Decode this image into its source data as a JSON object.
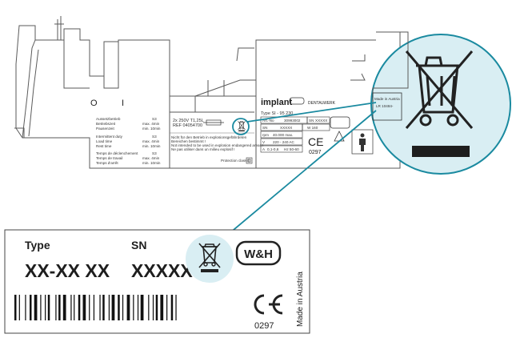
{
  "machine": {
    "brand": "implant",
    "type_line": "Type  SI - 95 230",
    "maker": "DENTALWERK",
    "table": {
      "art_no_label": "Art.-No",
      "art_no_value": "30993002",
      "sn_label": "SN",
      "sn_value": "XXXXX",
      "w_value": "W 160",
      "rpm_label": "rpm",
      "rpm_value": "40.000 max.",
      "v_label": "V",
      "v_value": "220 - 240 AC",
      "a_label": "A",
      "a_value": "0,1-0,6",
      "hz_value": "Hz 50-60"
    },
    "ce_number": "0297",
    "fuse_line1": "2x  250V  T1,25L",
    "fuse_line2": "REF 04054700",
    "switch_marks": [
      "O",
      "I"
    ],
    "warning_line1": "Nicht für den Betrieb in explosionsgefährdeten",
    "warning_line2": "Bereichen bestimmt !",
    "warning_line3": "Not intended to be used in explosion endangered areas !",
    "warning_line4": "Ne pas utiliser dans un milieu explosif !",
    "protection": "Protection class II",
    "duty_table": [
      [
        "Aussetzbetrieb",
        "S3"
      ],
      [
        "Betriebszeit",
        "max.  4min"
      ],
      [
        "Pausenzeit",
        "min.  10min"
      ],
      [
        "Intermittent duty",
        "S3"
      ],
      [
        "Load time",
        "max.  4min"
      ],
      [
        "Rest time",
        "min.  10min"
      ],
      [
        "Temps de déclenchement",
        "S3"
      ],
      [
        "Temps de travail",
        "max.  4min"
      ],
      [
        "Temps d'arrêt",
        "min.  10min"
      ]
    ],
    "zoom_tag_lines": [
      "Made in Austria",
      "LR 10484-"
    ]
  },
  "label": {
    "type_title": "Type",
    "type_value": "XX-XX XX",
    "sn_title": "SN",
    "sn_value": "XXXXX",
    "logo": "W&H",
    "ce_number": "0297",
    "made_in": "Made in Austria"
  },
  "colors": {
    "callout": "#1a8aa0",
    "zoom_fill": "#d9eef3",
    "outline": "#5a5a5a"
  },
  "icons": [
    "crossed-bin-icon",
    "ce-mark-icon",
    "warning-triangle-icon",
    "person-icon",
    "wh-logo-icon"
  ]
}
